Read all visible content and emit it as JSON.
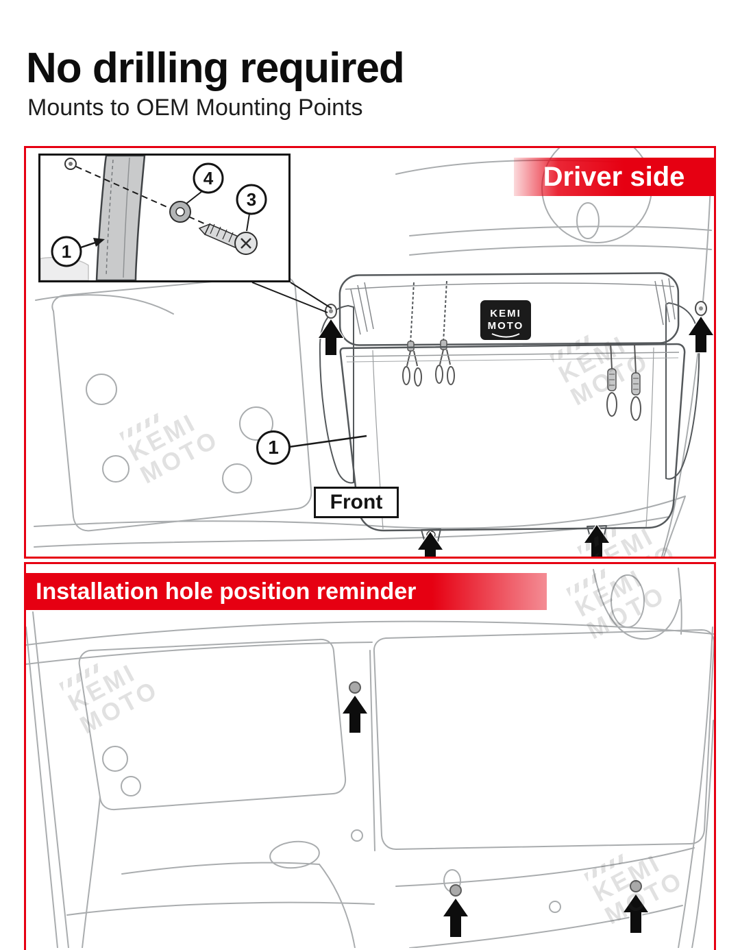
{
  "page": {
    "title": "No drilling required",
    "subtitle": "Mounts to OEM Mounting Points"
  },
  "driver_panel": {
    "banner_label": "Driver side",
    "front_label": "Front",
    "callout_bag": "1",
    "inset": {
      "callout_door": "1",
      "callout_screw": "3",
      "callout_washer": "4"
    },
    "bag_logo": {
      "line1": "KEMI",
      "line2": "MOTO"
    }
  },
  "reminder_panel": {
    "banner_label": "Installation hole position reminder"
  },
  "watermark": {
    "line1": "KEMI",
    "line2": "MOTO"
  },
  "colors": {
    "accent_red": "#e60012",
    "arrow_black": "#0d0d0d",
    "door_line_gray": "#a9acae",
    "bag_gray": "#c9cacb"
  }
}
